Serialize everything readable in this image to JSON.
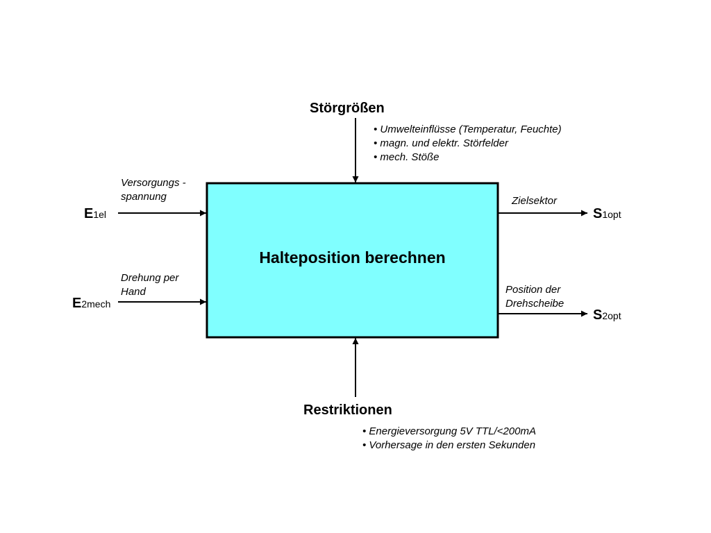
{
  "colors": {
    "box_fill": "#80ffff",
    "stroke": "#000000",
    "text": "#000000"
  },
  "process": {
    "title": "Halteposition berechnen"
  },
  "disturbances": {
    "title": "Störgrößen",
    "items": [
      "• Umwelteinflüsse (Temperatur, Feuchte)",
      "• magn. und elektr. Störfelder",
      "• mech. Stöße"
    ]
  },
  "restrictions": {
    "title": "Restriktionen",
    "items": [
      "•  Energieversorgung 5V TTL/<200mA",
      "• Vorhersage in den ersten Sekunden"
    ]
  },
  "inputs": [
    {
      "symbol": "E",
      "subscript": "1el",
      "label_lines": [
        "Versorgungs -",
        "spannung"
      ]
    },
    {
      "symbol": "E",
      "subscript": "2mech",
      "label_lines": [
        "Drehung per",
        "Hand"
      ]
    }
  ],
  "outputs": [
    {
      "symbol": "S",
      "subscript": "1opt",
      "label_lines": [
        "Zielsektor"
      ]
    },
    {
      "symbol": "S",
      "subscript": "2opt",
      "label_lines": [
        "Position der",
        "Drehscheibe"
      ]
    }
  ]
}
